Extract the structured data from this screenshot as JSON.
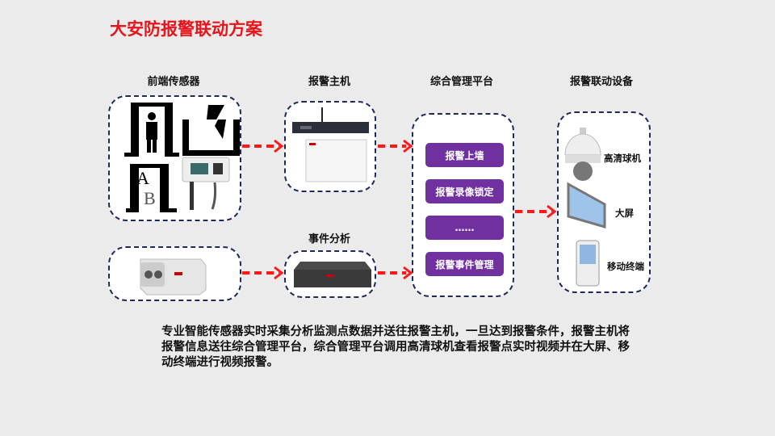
{
  "title": "大安防报警联动方案",
  "columns": {
    "sensors": "前端传感器",
    "host": "报警主机",
    "platform": "综合管理平台",
    "linkage": "报警联动设备",
    "event": "事件分析"
  },
  "platform_items": [
    "报警上墙",
    "报警录像锁定",
    "……",
    "报警事件管理"
  ],
  "devices": [
    "高清球机",
    "大屏",
    "移动终端"
  ],
  "description": "专业智能传感器实时采集分析监测点数据并送往报警主机，一旦达到报警条件，报警主机将报警信息送往综合管理平台，综合管理平台调用高清球机查看报警点实时视频并在大屏、移动终端进行视频报警。",
  "colors": {
    "title": "#e8141b",
    "button": "#7030a0",
    "border": "#1c2a5c",
    "arrow": "#ff1a1a"
  }
}
